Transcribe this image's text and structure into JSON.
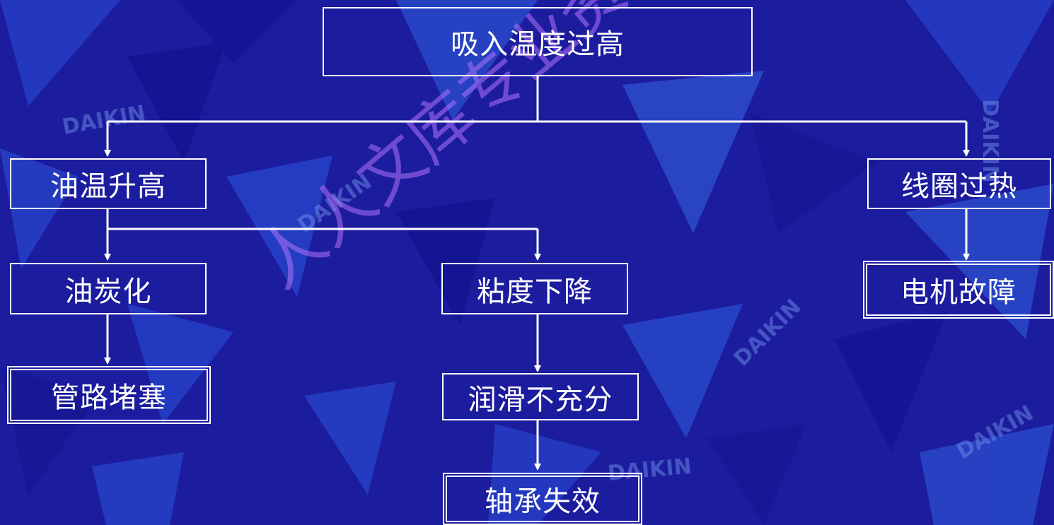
{
  "diagram": {
    "root": "吸入温度过高",
    "nodes": {
      "oil_temp_rise": "油温升高",
      "coil_overheat": "线圈过热",
      "oil_carbonize": "油炭化",
      "viscosity_drop": "粘度下降",
      "motor_fault": "电机故障",
      "pipe_blocked": "管路堵塞",
      "insufficient_lubrication": "润滑不充分",
      "bearing_failure": "轴承失效"
    },
    "edges": [
      [
        "root",
        "oil_temp_rise"
      ],
      [
        "root",
        "coil_overheat"
      ],
      [
        "oil_temp_rise",
        "oil_carbonize"
      ],
      [
        "oil_temp_rise",
        "viscosity_drop"
      ],
      [
        "coil_overheat",
        "motor_fault"
      ],
      [
        "oil_carbonize",
        "pipe_blocked"
      ],
      [
        "viscosity_drop",
        "insufficient_lubrication"
      ],
      [
        "insufficient_lubrication",
        "bearing_failure"
      ]
    ]
  },
  "background": {
    "watermark_text": "人人文库专业资料搜索信息",
    "logo_text": "DAIKIN"
  },
  "colors": {
    "background": "#1c1c9e",
    "node_text": "#ffffff",
    "node_border": "#ffffff",
    "watermark": "#b478ff"
  }
}
